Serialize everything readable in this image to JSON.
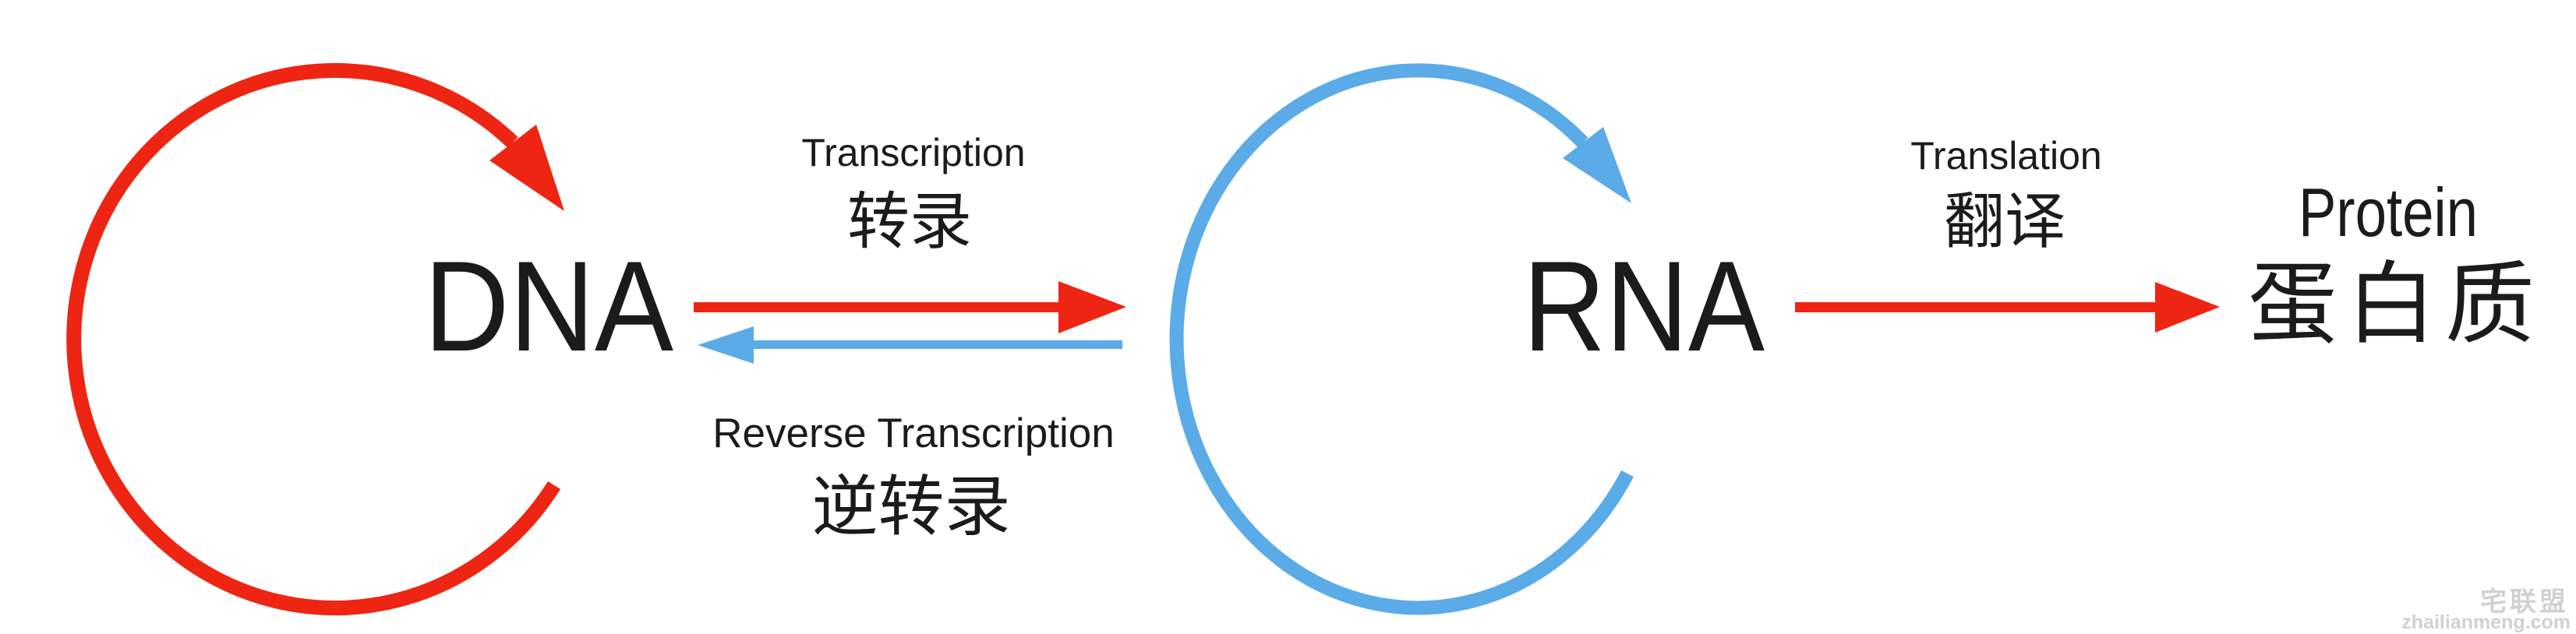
{
  "diagram": {
    "colors": {
      "red": "#ee2512",
      "blue": "#5aabe8",
      "ink": "#1b1b1b",
      "watermark": "#c9c9c9"
    },
    "dna": {
      "label": "DNA"
    },
    "rna": {
      "label": "RNA"
    },
    "protein": {
      "label_en": "Protein",
      "label_zh": "蛋白质"
    },
    "transcription": {
      "label_en": "Transcription",
      "label_zh": "转录"
    },
    "reverse_transcription": {
      "label_en": "Reverse Transcription",
      "label_zh": "逆转录"
    },
    "translation": {
      "label_en": "Translation",
      "label_zh": "翻译"
    },
    "watermark": {
      "line1": "宅联盟",
      "line2": "zhailianmeng.com"
    }
  }
}
